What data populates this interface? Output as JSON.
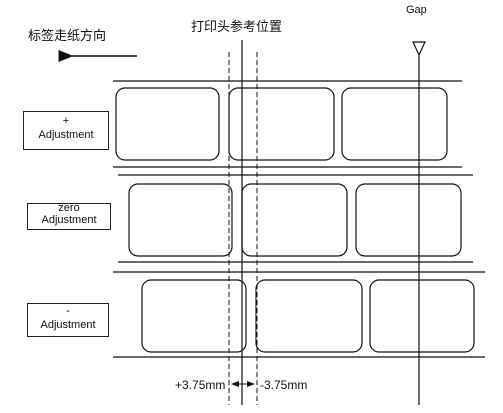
{
  "labels": {
    "feed_direction": "标签走纸方向",
    "print_head_position": "打印头参考位置",
    "gap": "Gap",
    "plus_offset": "+3.75mm",
    "minus_offset": "-3.75mm"
  },
  "rows": [
    {
      "sign": "+",
      "label": "Adjustment"
    },
    {
      "sign": "zero",
      "label": "Adjustment"
    },
    {
      "sign": "-",
      "label": "Adjustment"
    }
  ],
  "colors": {
    "line": "#111111",
    "background": "#ffffff"
  }
}
